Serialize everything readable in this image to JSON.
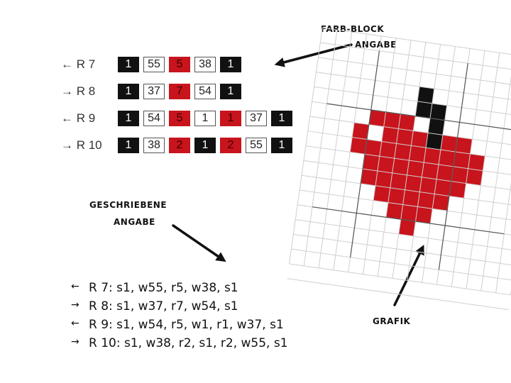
{
  "labels": {
    "farb_block_line1": "FARB-BLOCK",
    "farb_block_line2": "ANGABE",
    "geschrieben_line1": "GESCHRIEBENE",
    "geschrieben_line2": "ANGABE",
    "grafik": "GRAFIK"
  },
  "color_blocks": [
    {
      "label": "← R 7",
      "cells": [
        {
          "t": "s",
          "v": "1"
        },
        {
          "t": "w",
          "v": "55"
        },
        {
          "t": "r",
          "v": "5"
        },
        {
          "t": "w",
          "v": "38"
        },
        {
          "t": "s",
          "v": "1"
        }
      ]
    },
    {
      "label": "→ R 8",
      "cells": [
        {
          "t": "s",
          "v": "1"
        },
        {
          "t": "w",
          "v": "37"
        },
        {
          "t": "r",
          "v": "7"
        },
        {
          "t": "w",
          "v": "54"
        },
        {
          "t": "s",
          "v": "1"
        }
      ]
    },
    {
      "label": "← R 9",
      "cells": [
        {
          "t": "s",
          "v": "1"
        },
        {
          "t": "w",
          "v": "54"
        },
        {
          "t": "r",
          "v": "5"
        },
        {
          "t": "w",
          "v": "1"
        },
        {
          "t": "r",
          "v": "1"
        },
        {
          "t": "w",
          "v": "37"
        },
        {
          "t": "s",
          "v": "1"
        }
      ]
    },
    {
      "label": "→ R 10",
      "cells": [
        {
          "t": "s",
          "v": "1"
        },
        {
          "t": "w",
          "v": "38"
        },
        {
          "t": "r",
          "v": "2"
        },
        {
          "t": "s",
          "v": "1"
        },
        {
          "t": "r",
          "v": "2"
        },
        {
          "t": "w",
          "v": "55"
        },
        {
          "t": "s",
          "v": "1"
        }
      ]
    }
  ],
  "written": [
    {
      "arrow": "←",
      "text": "R 7: s1, w55, r5, w38, s1"
    },
    {
      "arrow": "→",
      "text": "R 8: s1, w37, r7, w54, s1"
    },
    {
      "arrow": "←",
      "text": "R 9: s1, w54, r5, w1, r1, w37, s1"
    },
    {
      "arrow": "→",
      "text": "R 10: s1, w38, r2, s1, r2, w55, s1"
    }
  ],
  "colors": {
    "s": "#111111",
    "w": "#ffffff",
    "r": "#c8141c",
    "grid": "#cfcfcf"
  },
  "graphic": {
    "cells": [
      {
        "r": 0,
        "c": 4,
        "t": "s"
      },
      {
        "r": 1,
        "c": 4,
        "t": "s"
      },
      {
        "r": 1,
        "c": 5,
        "t": "s"
      },
      {
        "r": 2,
        "c": 1,
        "t": "r"
      },
      {
        "r": 2,
        "c": 2,
        "t": "r"
      },
      {
        "r": 2,
        "c": 3,
        "t": "r"
      },
      {
        "r": 2,
        "c": 5,
        "t": "s"
      },
      {
        "r": 3,
        "c": 0,
        "t": "r"
      },
      {
        "r": 3,
        "c": 2,
        "t": "r"
      },
      {
        "r": 3,
        "c": 3,
        "t": "r"
      },
      {
        "r": 3,
        "c": 4,
        "t": "r"
      },
      {
        "r": 3,
        "c": 5,
        "t": "s"
      },
      {
        "r": 3,
        "c": 6,
        "t": "r"
      },
      {
        "r": 3,
        "c": 7,
        "t": "r"
      },
      {
        "r": 4,
        "c": 0,
        "t": "r"
      },
      {
        "r": 4,
        "c": 1,
        "t": "r"
      },
      {
        "r": 4,
        "c": 2,
        "t": "r"
      },
      {
        "r": 4,
        "c": 3,
        "t": "r"
      },
      {
        "r": 4,
        "c": 4,
        "t": "r"
      },
      {
        "r": 4,
        "c": 5,
        "t": "r"
      },
      {
        "r": 4,
        "c": 6,
        "t": "r"
      },
      {
        "r": 4,
        "c": 7,
        "t": "r"
      },
      {
        "r": 4,
        "c": 8,
        "t": "r"
      },
      {
        "r": 5,
        "c": 1,
        "t": "r"
      },
      {
        "r": 5,
        "c": 2,
        "t": "r"
      },
      {
        "r": 5,
        "c": 3,
        "t": "r"
      },
      {
        "r": 5,
        "c": 4,
        "t": "r"
      },
      {
        "r": 5,
        "c": 5,
        "t": "r"
      },
      {
        "r": 5,
        "c": 6,
        "t": "r"
      },
      {
        "r": 5,
        "c": 7,
        "t": "r"
      },
      {
        "r": 5,
        "c": 8,
        "t": "r"
      },
      {
        "r": 6,
        "c": 1,
        "t": "r"
      },
      {
        "r": 6,
        "c": 2,
        "t": "r"
      },
      {
        "r": 6,
        "c": 3,
        "t": "r"
      },
      {
        "r": 6,
        "c": 4,
        "t": "r"
      },
      {
        "r": 6,
        "c": 5,
        "t": "r"
      },
      {
        "r": 6,
        "c": 6,
        "t": "r"
      },
      {
        "r": 6,
        "c": 7,
        "t": "r"
      },
      {
        "r": 7,
        "c": 2,
        "t": "r"
      },
      {
        "r": 7,
        "c": 3,
        "t": "r"
      },
      {
        "r": 7,
        "c": 4,
        "t": "r"
      },
      {
        "r": 7,
        "c": 5,
        "t": "r"
      },
      {
        "r": 7,
        "c": 6,
        "t": "r"
      },
      {
        "r": 8,
        "c": 3,
        "t": "r"
      },
      {
        "r": 8,
        "c": 4,
        "t": "r"
      },
      {
        "r": 8,
        "c": 5,
        "t": "r"
      },
      {
        "r": 9,
        "c": 4,
        "t": "r"
      }
    ]
  }
}
